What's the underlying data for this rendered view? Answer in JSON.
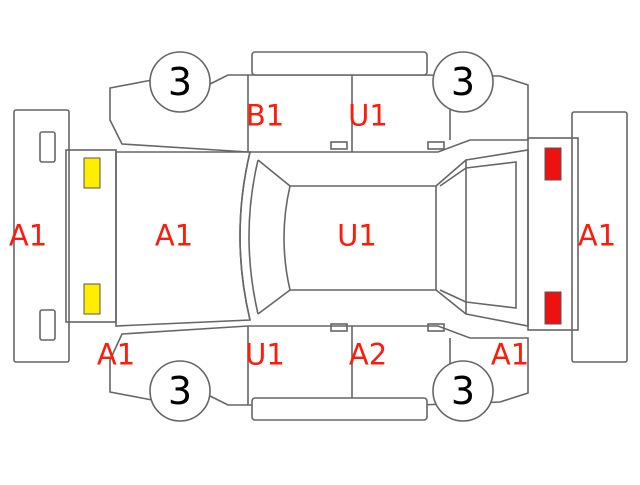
{
  "colors": {
    "outline": "#666666",
    "damage_text": "#ff1a0a",
    "front_light": "#ffee00",
    "rear_light": "#ee1111"
  },
  "wheels": {
    "front_left": "3",
    "rear_left": "3",
    "front_right": "3",
    "rear_right": "3"
  },
  "areas": {
    "front_bumper": "A1",
    "hood": "A1",
    "roof": "U1",
    "rear_bumper": "A1",
    "left_front_door": "B1",
    "left_rear_door": "U1",
    "right_front_door": "U1",
    "right_rear_door": "A2",
    "front_right_corner": "A1",
    "rear_right_corner": "A1"
  }
}
